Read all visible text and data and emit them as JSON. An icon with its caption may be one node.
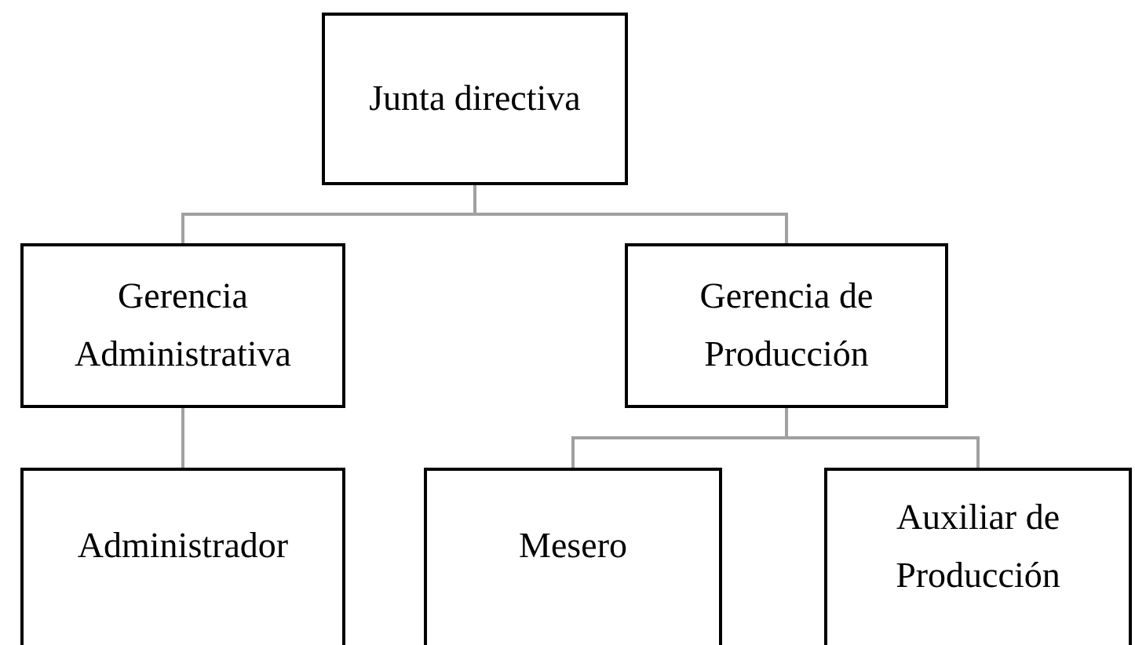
{
  "diagram": {
    "nodes": [
      {
        "text": [
          "Junta directiva"
        ]
      },
      {
        "text": [
          "Gerencia Administrativa"
        ]
      },
      {
        "text": [
          "Gerencia de Producción"
        ]
      },
      {
        "text": [
          "Administrador"
        ]
      },
      {
        "text": [
          "Mesero"
        ]
      },
      {
        "text": [
          "Auxiliar de Producción"
        ]
      }
    ],
    "edges": [
      {
        "from": 0,
        "to": 1,
        "arrow": "none"
      },
      {
        "from": 0,
        "to": 2,
        "arrow": "none"
      },
      {
        "from": 1,
        "to": 3,
        "arrow": "none"
      },
      {
        "from": 2,
        "to": 4,
        "arrow": "none"
      },
      {
        "from": 2,
        "to": 5,
        "arrow": "none"
      }
    ]
  }
}
